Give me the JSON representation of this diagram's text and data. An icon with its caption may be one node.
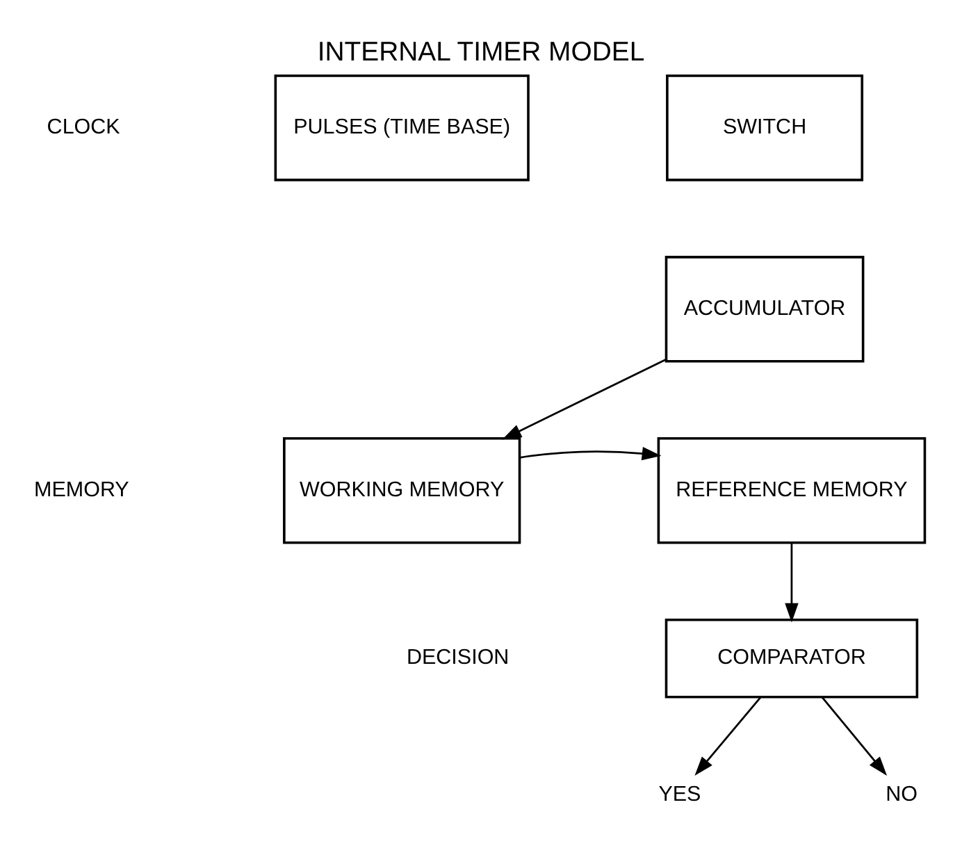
{
  "diagram": {
    "title": "INTERNAL TIMER MODEL",
    "nodes": [
      {
        "text": [
          "PULSES (TIME BASE)"
        ]
      },
      {
        "text": [
          "SWITCH"
        ]
      },
      {
        "text": [
          "ACCUMULATOR"
        ]
      },
      {
        "text": [
          "WORKING MEMORY"
        ]
      },
      {
        "text": [
          "REFERENCE MEMORY"
        ]
      },
      {
        "text": [
          "COMPARATOR"
        ]
      },
      {
        "text": [
          "YES"
        ]
      },
      {
        "text": [
          "NO"
        ]
      }
    ],
    "edges": [
      {
        "from": 2,
        "to": 3,
        "arrow": "to"
      },
      {
        "from": 3,
        "to": 4,
        "arrow": "to"
      },
      {
        "from": 4,
        "to": 5,
        "arrow": "to"
      },
      {
        "from": 5,
        "to": 6,
        "arrow": "to"
      },
      {
        "from": 5,
        "to": 7,
        "arrow": "to"
      }
    ],
    "labels": [
      "CLOCK",
      "MEMORY",
      "DECISION"
    ]
  }
}
